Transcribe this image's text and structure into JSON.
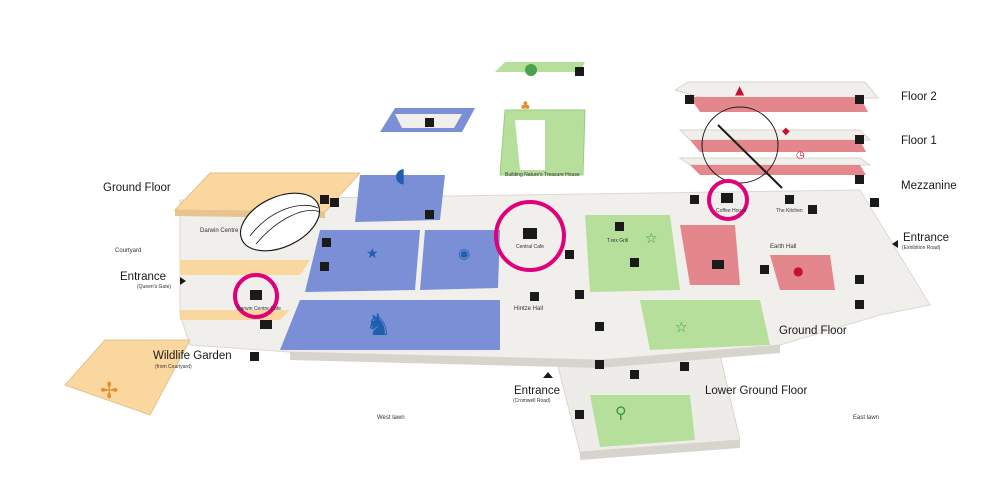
{
  "floors": {
    "floor2": "Floor 2",
    "floor1": "Floor 1",
    "mezzanine": "Mezzanine",
    "ground_right": "Ground Floor",
    "ground_left": "Ground Floor",
    "lower_ground": "Lower Ground Floor"
  },
  "entrances": {
    "queens_gate": {
      "label": "Entrance",
      "sub": "(Queen's Gate)"
    },
    "cromwell": {
      "label": "Entrance",
      "sub": "(Cromwell Road)"
    },
    "exhibition": {
      "label": "Entrance",
      "sub": "(Exhibition Road)"
    },
    "wildlife": {
      "label": "Wildlife Garden",
      "sub": "(from Courtyard)"
    }
  },
  "places": {
    "darwin_centre": "Darwin Centre",
    "courtyard": "Courtyard",
    "central_cafe": "Central Cafe",
    "darwin_cafe": "Darwin Centre Cafe",
    "coffee_house": "Coffee House",
    "the_kitchen": "The Kitchen",
    "earth_hall": "Earth Hall",
    "hintze_hall": "Hintze Hall",
    "trex_grill": "T.rex Grill",
    "treasure_house": "Building Nature's Treasure House",
    "west_lawn": "West lawn",
    "east_lawn": "East lawn"
  },
  "colors": {
    "blue_zone": "#7b8fd6",
    "green_zone": "#b5df9a",
    "orange_zone": "#fbd7a0",
    "red_zone": "#e4878c",
    "floor_grey": "#eeece8",
    "highlight": "#e0007a",
    "icon": "#1a1a1a"
  },
  "icons": [
    "lift-icon",
    "toilet-icon",
    "accessible-icon",
    "cafe-icon",
    "info-icon",
    "stairs-icon",
    "shop-icon",
    "baby-change-icon"
  ]
}
